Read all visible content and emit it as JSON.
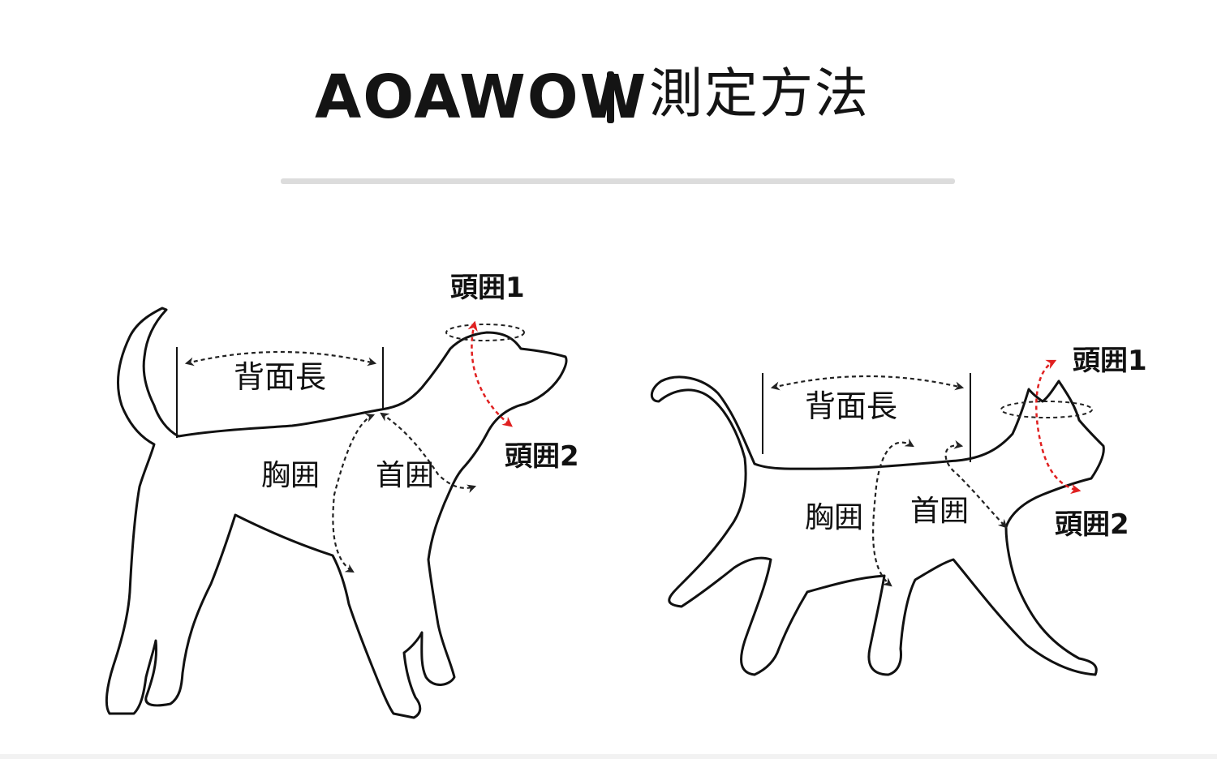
{
  "header": {
    "brand": "AOAWOW",
    "subtitle": "測定方法"
  },
  "dog": {
    "back_length": "背面長",
    "chest_girth": "胸囲",
    "neck_girth": "首囲",
    "head_girth_1": "頭囲1",
    "head_girth_2": "頭囲2"
  },
  "cat": {
    "back_length": "背面長",
    "chest_girth": "胸囲",
    "neck_girth": "首囲",
    "head_girth_1": "頭囲1",
    "head_girth_2": "頭囲2"
  },
  "colors": {
    "outline": "#111111",
    "measure_line": "#222222",
    "head_measure": "#e02020",
    "divider": "#dcdcdc"
  }
}
